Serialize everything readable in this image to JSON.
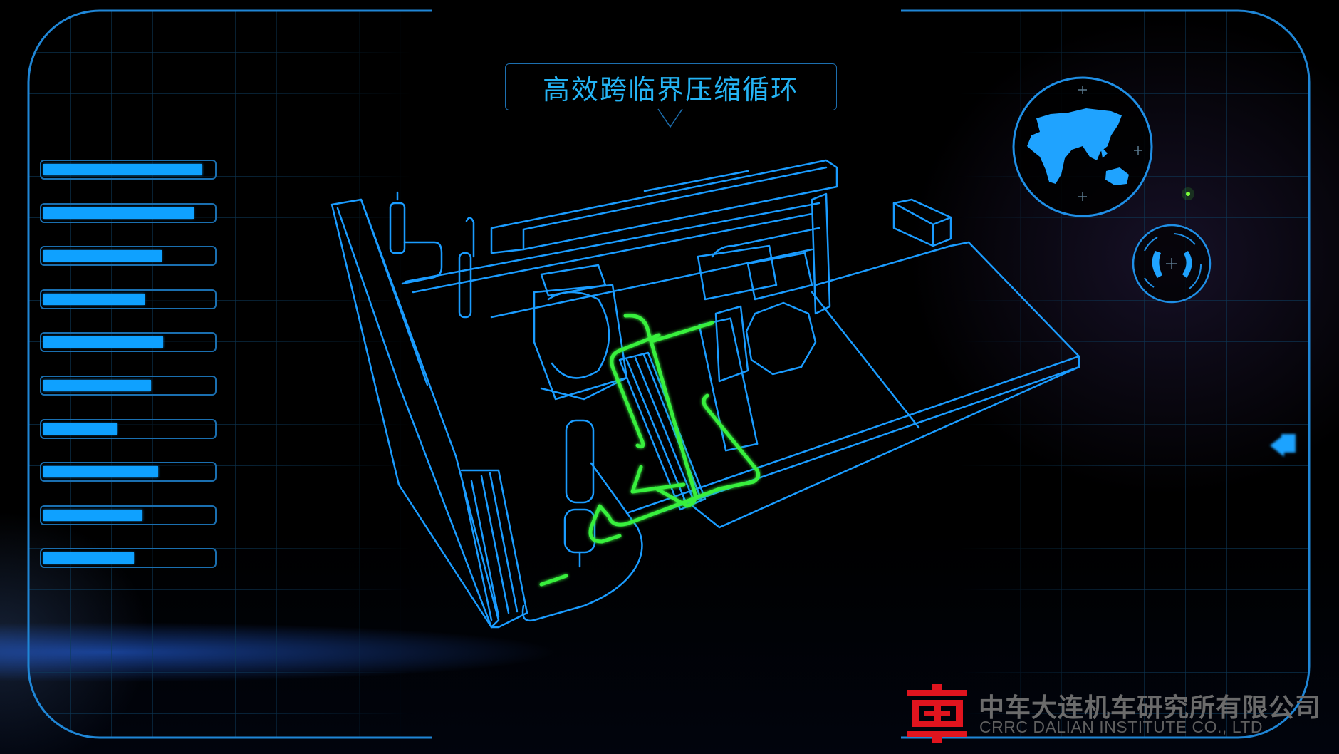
{
  "header": {
    "title": "高效跨临界压缩循环"
  },
  "left_panel": {
    "bars": [
      {
        "label": "bar-1",
        "value": 93
      },
      {
        "label": "bar-2",
        "value": 88
      },
      {
        "label": "bar-3",
        "value": 69
      },
      {
        "label": "bar-4",
        "value": 59
      },
      {
        "label": "bar-5",
        "value": 70
      },
      {
        "label": "bar-6",
        "value": 63
      },
      {
        "label": "bar-7",
        "value": 43
      },
      {
        "label": "bar-8",
        "value": 67
      },
      {
        "label": "bar-9",
        "value": 58
      },
      {
        "label": "bar-10",
        "value": 53
      }
    ]
  },
  "right_panel": {
    "globe_icon": "globe-eastern-hemisphere-icon",
    "radar_icon": "radar-target-icon",
    "back_icon": "arrow-left-icon",
    "status_dot_color": "#7cff3a"
  },
  "diagram": {
    "subject": "transcritical-compression-refrigeration-unit",
    "pipe_color": "#1a9cff",
    "flow_color": "#37f03c"
  },
  "footer": {
    "company_cn": "中车大连机车研究所有限公司",
    "company_en": "CRRC DALIAN INSTITUTE CO., LTD",
    "logo_color": "#e0141e"
  },
  "theme": {
    "accent": "#1a8fe8",
    "frame": "#1f86d6",
    "grid": "#0c3450",
    "bar_fill": "#0fa1ff"
  }
}
